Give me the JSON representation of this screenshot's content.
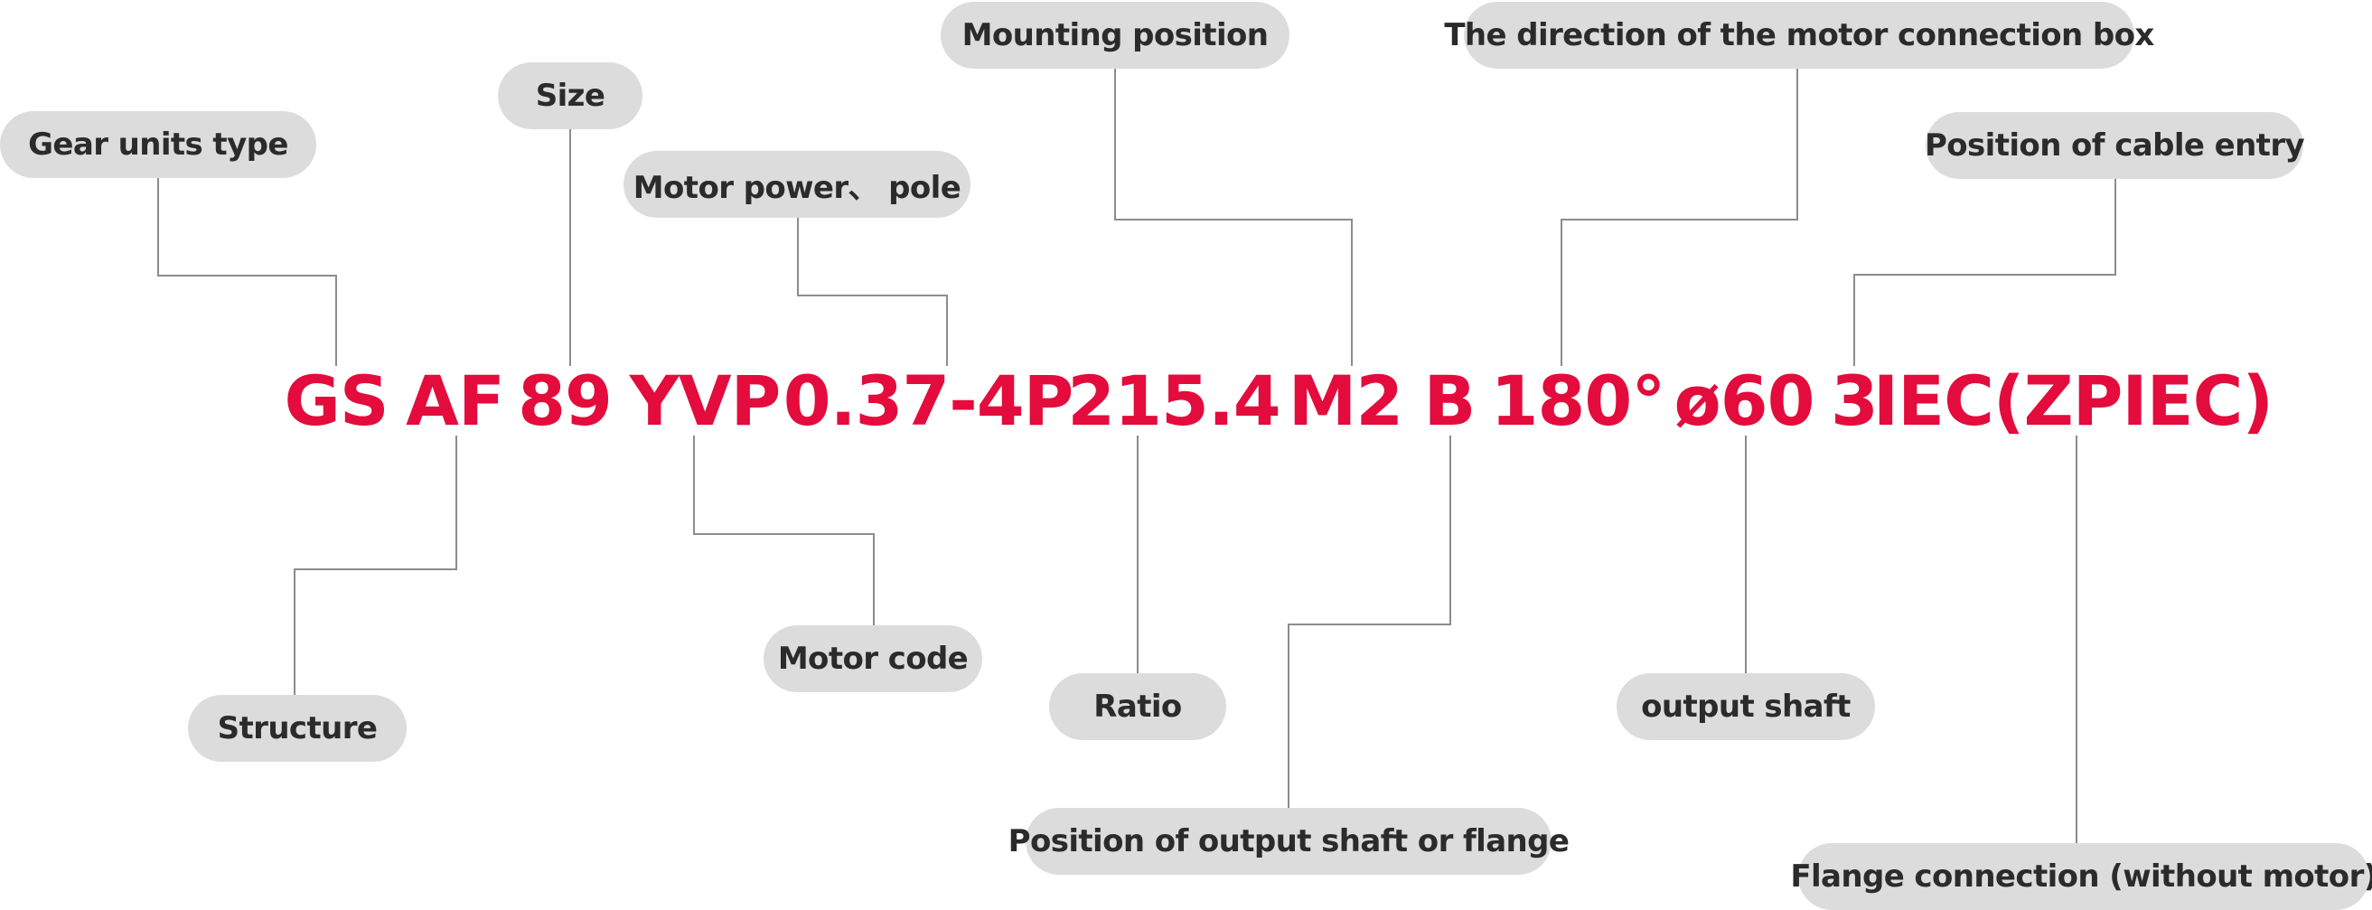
{
  "model_code": {
    "seg_gs": "GS",
    "seg_af": "AF",
    "seg_89": "89",
    "seg_yvp": "YVP",
    "seg_power": "0.37-4P",
    "seg_ratio": "215.4",
    "seg_m2": "M2",
    "seg_b": "B",
    "seg_angle": "180°",
    "seg_shaft": "ø60",
    "seg_3": "3",
    "seg_iec": "IEC(ZPIEC)"
  },
  "labels": {
    "gear_units_type": "Gear units type",
    "size": "Size",
    "motor_power_pole": "Motor power、 pole",
    "mounting_position": "Mounting position",
    "motor_connection_box_direction": "The direction of the motor connection box",
    "cable_entry_position": "Position of cable entry",
    "structure": "Structure",
    "motor_code": "Motor code",
    "ratio": "Ratio",
    "output_shaft_or_flange_position": "Position of output shaft or flange",
    "output_shaft": "output shaft",
    "flange_connection": "Flange connection (without motor)"
  },
  "colors": {
    "code_text": "#e30c3c",
    "pill_background": "#dcdcdc",
    "pill_text": "#2b2b2b",
    "connector_line": "#8c8c8c"
  }
}
